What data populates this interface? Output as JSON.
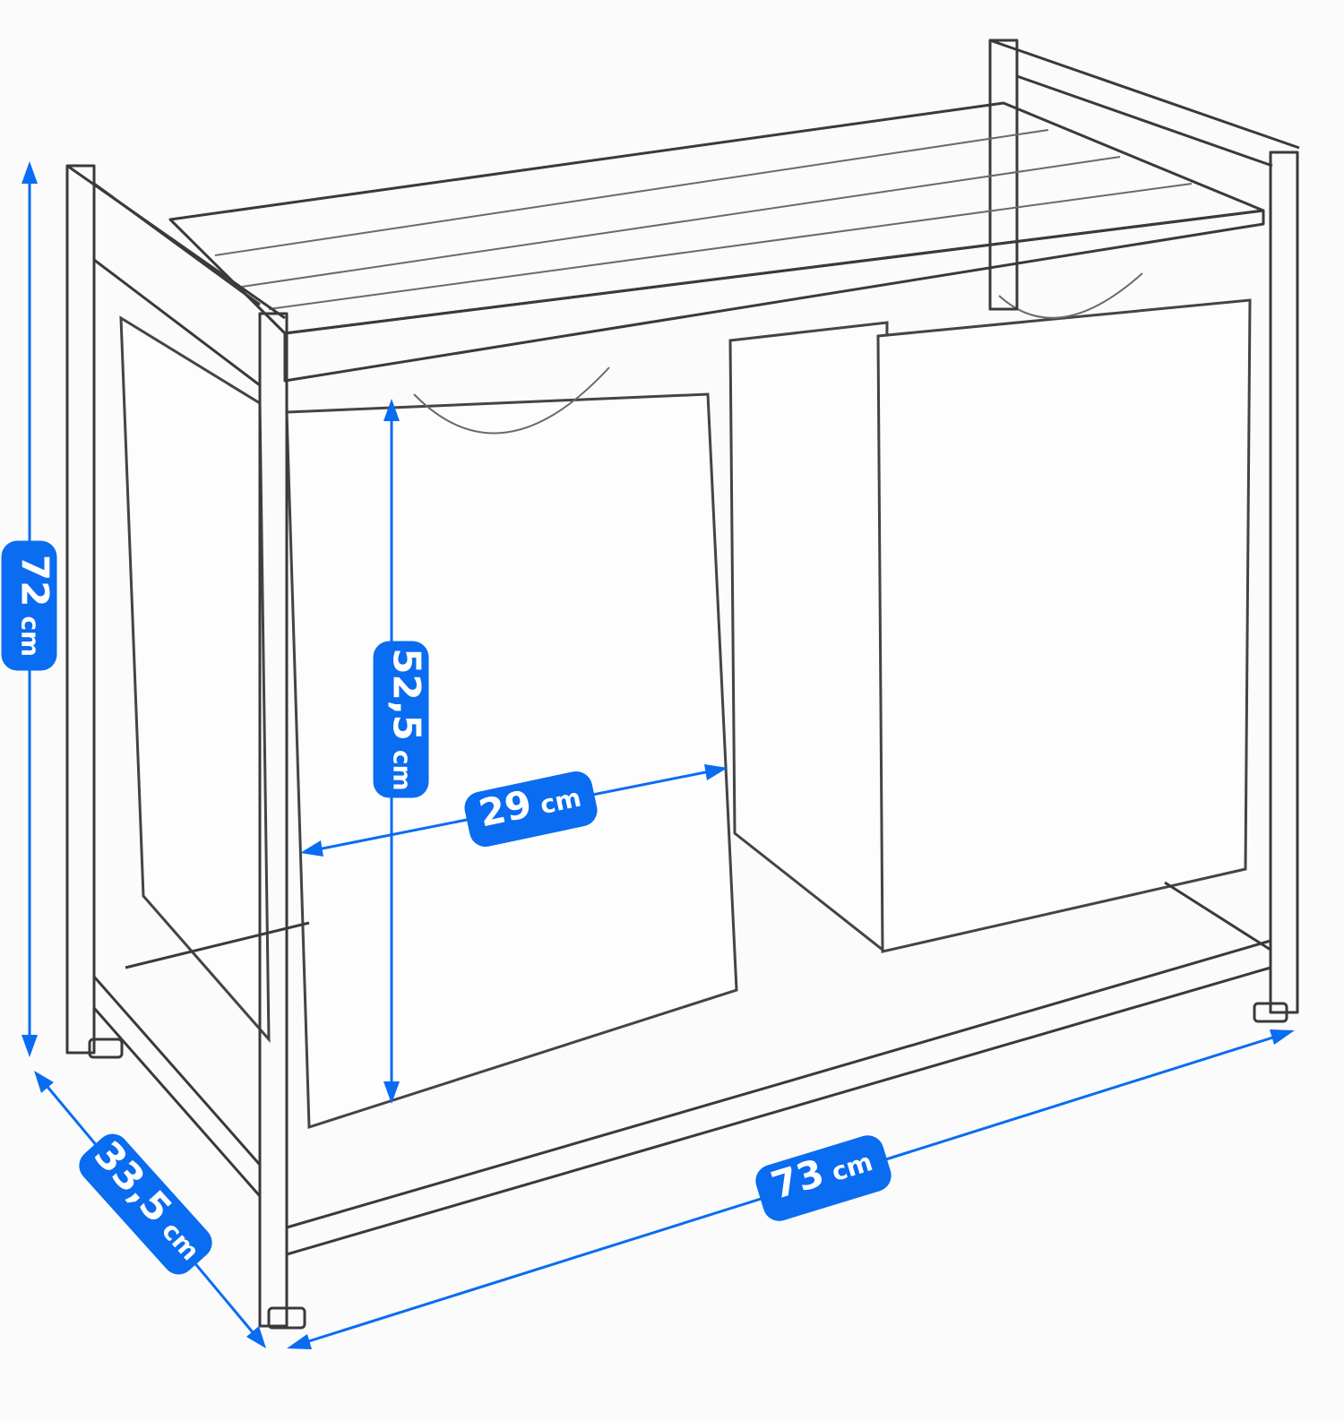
{
  "accent_color": "#0a6cf0",
  "dimensions": {
    "height": {
      "value": "72",
      "unit": "cm"
    },
    "bag_height": {
      "value": "52,5",
      "unit": "cm"
    },
    "bag_width": {
      "value": "29",
      "unit": "cm"
    },
    "width": {
      "value": "73",
      "unit": "cm"
    },
    "depth": {
      "value": "33,5",
      "unit": "cm"
    }
  }
}
